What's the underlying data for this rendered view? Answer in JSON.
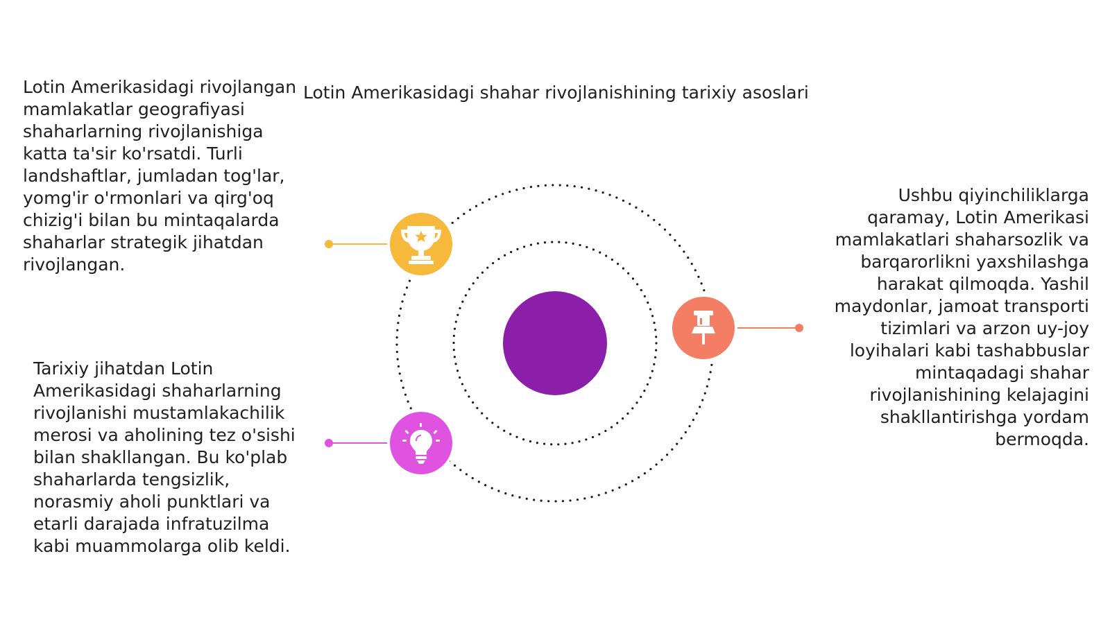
{
  "title": "Lotin Amerikasidagi shahar rivojlanishining tarixiy asoslari",
  "blocks": {
    "top_left": "Lotin Amerikasidagi rivojlangan mamlakatlar geografiyasi shaharlarning rivojlanishiga katta ta'sir ko'rsatdi. Turli landshaftlar, jumladan tog'lar, yomg'ir o'rmonlari va qirg'oq chizig'i bilan bu mintaqalarda shaharlar strategik jihatdan rivojlangan.",
    "bottom_left": "Tarixiy jihatdan Lotin Amerikasidagi shaharlarning rivojlanishi mustamlakachilik merosi va aholining tez o'sishi bilan shakllangan. Bu ko'plab shaharlarda tengsizlik, norasmiy aholi punktlari va etarli darajada infratuzilma kabi muammolarga olib keldi.",
    "right": "Ushbu qiyinchiliklarga qaramay, Lotin Amerikasi mamlakatlari shaharsozlik va barqarorlikni yaxshilashga harakat qilmoqda. Yashil maydonlar, jamoat transporti tizimlari va arzon uy-joy loyihalari kabi tashabbuslar mintaqadagi shahar rivojlanishining kelajagini shakllantirishga yordam bermoqda."
  },
  "nodes": {
    "trophy": {
      "icon": "trophy-icon",
      "color": "#F6B93B"
    },
    "pin": {
      "icon": "pushpin-icon",
      "color": "#F47E63"
    },
    "bulb": {
      "icon": "lightbulb-icon",
      "color": "#E052E0"
    }
  },
  "colors": {
    "center": "#8B1FA9",
    "dots": "#1a1a1a"
  }
}
